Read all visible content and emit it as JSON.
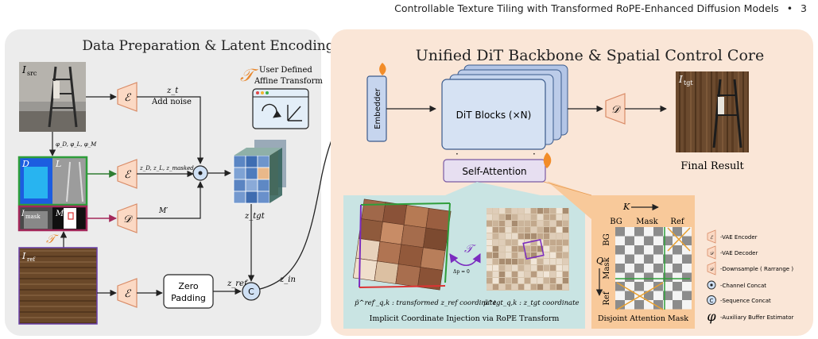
{
  "header": {
    "running_title": "Controllable Texture Tiling with Transformed RoPE-Enhanced Diffusion Models",
    "separator": "•",
    "page_number": "3"
  },
  "left_panel": {
    "title": "Data Preparation & Latent Encoding",
    "src_label": "I",
    "src_sub": "src",
    "phi_label": "φ_D, φ_L, φ_M",
    "depth_label": "D",
    "light_label": "L",
    "imask_label": "I",
    "imask_sub": "mask",
    "m_label": "M",
    "ref_label": "I",
    "ref_sub": "ref",
    "enc_symbol": "ℰ",
    "dec_symbol": "𝒟",
    "zt_label": "z_t",
    "add_noise": "Add noise",
    "zd_label": "z_D, z_L, z_masked",
    "mprime_label": "M′",
    "zero_padding_line1": "Zero",
    "zero_padding_line2": "Padding",
    "zref_label": "z_ref",
    "ztgt_label": "z_tgt",
    "zin_label": "z_in",
    "concat_c": "C",
    "t_symbol": "𝒯",
    "user_transform_line1": "User Defined",
    "user_transform_line2": "Affine Transform"
  },
  "right_panel": {
    "title": "Unified DiT Backbone & Spatial Control Core",
    "embedder": "Embedder",
    "dit_blocks": "DiT Blocks (×N)",
    "self_attention": "Self-Attention",
    "dec_symbol": "𝒟",
    "tgt_label": "I",
    "tgt_sub": "tgt",
    "final_result": "Final Result",
    "rope_caption": "Implicit Coordinate Injection via RoPE Transform",
    "pref_label": "p̃^ref′_q,k : transformed z_ref coordinate",
    "ptgt_label": "p̃^tgt_q,k : z_tgt coordinate",
    "delta_label": "Δp = 0",
    "t_symbol": "𝒯",
    "mask_caption": "Disjoint Attention Mask",
    "k_label": "K",
    "q_label": "Q",
    "col_labels": [
      "BG",
      "Mask",
      "Ref"
    ],
    "row_labels": [
      "BG",
      "Mask",
      "Ref"
    ]
  },
  "legend": [
    {
      "symbol": "ℰ",
      "text": "-VAE Encoder"
    },
    {
      "symbol": "𝒟",
      "text": "-VAE Decoder"
    },
    {
      "symbol": "𝒟",
      "text": "-Downsample ( Rarrange )"
    },
    {
      "symbol": "•",
      "text": "-Channel Concat"
    },
    {
      "symbol": "C",
      "text": "-Sequence Concat"
    },
    {
      "symbol": "φ",
      "text": "-Auxiliary Buffer Estimator"
    }
  ],
  "colors": {
    "left_bg": "#ececec",
    "right_bg": "#fae6d7",
    "module_fill": "#fbd9c4",
    "module_stroke": "#d98b66",
    "dit_fill": "#c6d5ee",
    "attn_fill": "#e7dff1",
    "rope_bg": "#c9e4e3",
    "mask_bg": "#f8c99a"
  }
}
